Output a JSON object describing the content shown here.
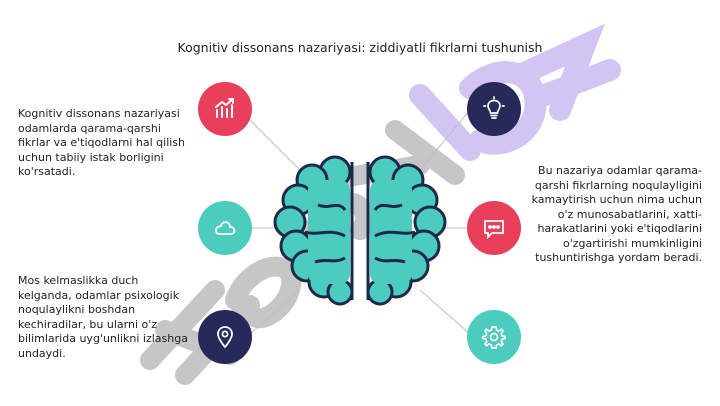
{
  "title": "Kognitiv dissonans nazariyasi: ziddiyatli fikrlarni tushunish",
  "blocks": [
    "Kognitiv dissonans nazariyasi odamlarda qarama-qarshi fikrlar va e'tiqodlarni hal qilish uchun tabiiy istak borligini ko'rsatadi.",
    "Mos kelmaslikka duch kelganda, odamlar psixologik noqulaylikni boshdan kechiradilar, bu ularni o'z bilimlarida uyg'unlikni izlashga undaydi.",
    "Bu nazariya odamlar qarama-qarshi fikrlarning noqulayligini kamaytirish uchun nima uchun o'z munosabatlarini, xatti-harakatlarini yoki e'tiqodlarini o'zgartirishi mumkinligini tushuntirishga yordam beradi."
  ],
  "icons": [
    {
      "name": "growth-chart-icon",
      "color": "#e8405a"
    },
    {
      "name": "cloud-icon",
      "color": "#4ccbbf"
    },
    {
      "name": "location-pin-icon",
      "color": "#262a5a"
    },
    {
      "name": "lightbulb-icon",
      "color": "#262a5a"
    },
    {
      "name": "chat-bubble-icon",
      "color": "#e8405a"
    },
    {
      "name": "gear-icon",
      "color": "#4ccbbf"
    }
  ],
  "colors": {
    "brain_fill": "#4ccbbf",
    "brain_outline": "#1b2a4a",
    "watermark_gray": "#a9a9a9",
    "watermark_purple": "#c9b8f2"
  }
}
